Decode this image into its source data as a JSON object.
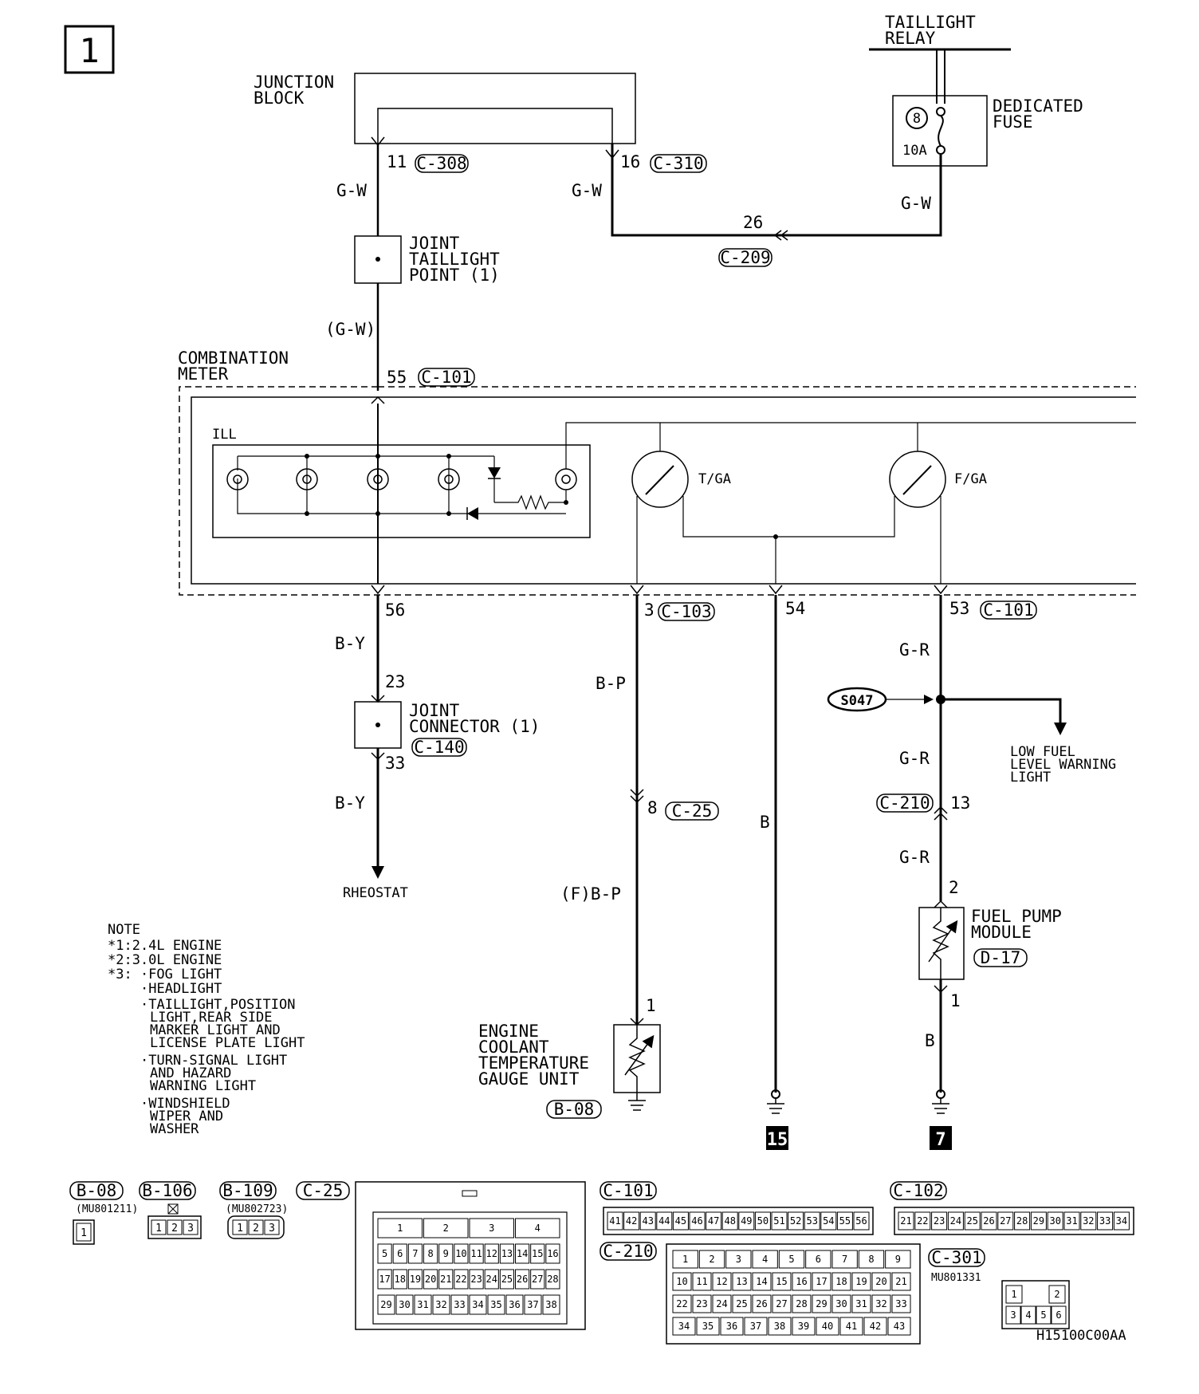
{
  "page_number": "1",
  "components": {
    "taillight_relay": [
      "TAILLIGHT",
      "RELAY"
    ],
    "dedicated_fuse": [
      "DEDICATED",
      "FUSE"
    ],
    "fuse_number": "8",
    "fuse_rating": "10A",
    "junction_block": [
      "JUNCTION",
      "BLOCK"
    ],
    "joint_taillight_point": [
      "JOINT",
      "TAILLIGHT",
      "POINT (1)"
    ],
    "combination_meter": [
      "COMBINATION",
      "METER"
    ],
    "ill": "ILL",
    "temp_gauge": "T/GA",
    "fuel_gauge": "F/GA",
    "joint_connector": [
      "JOINT",
      "CONNECTOR (1)"
    ],
    "rheostat": "RHEOSTAT",
    "engine_coolant_temp_gauge_unit": [
      "ENGINE",
      "COOLANT",
      "TEMPERATURE",
      "GAUGE  UNIT"
    ],
    "low_fuel_warning_light": [
      "LOW FUEL",
      "LEVEL WARNING",
      "LIGHT"
    ],
    "fuel_pump_module": [
      "FUEL PUMP",
      "MODULE"
    ],
    "splice": "S047"
  },
  "connectors": {
    "c308": "C-308",
    "c310": "C-310",
    "c209": "C-209",
    "c101": "C-101",
    "c103": "C-103",
    "c140": "C-140",
    "c25": "C-25",
    "c210": "C-210",
    "d17": "D-17",
    "b08": "B-08"
  },
  "pins": {
    "p11": "11",
    "p16": "16",
    "p26": "26",
    "p55": "55",
    "p56": "56",
    "p3": "3",
    "p54": "54",
    "p53": "53",
    "p23": "23",
    "p33": "33",
    "p8": "8",
    "p13": "13",
    "p2": "2",
    "p1a": "1",
    "p1b": "1"
  },
  "wires": {
    "gw_left": "G-W",
    "gw_mid": "G-W",
    "gw_right": "G-W",
    "gw_paren": "(G-W)",
    "by_upper": "B-Y",
    "by_lower": "B-Y",
    "bp": "B-P",
    "fbp": "(F)B-P",
    "b_ground": "B",
    "gr_upper": "G-R",
    "gr_mid": "G-R",
    "gr_lower": "G-R",
    "b_fuel": "B"
  },
  "grounds": {
    "g15": "15",
    "g7": "7"
  },
  "note": {
    "title": "NOTE",
    "lines": [
      "*1:2.4L ENGINE",
      "*2:3.0L ENGINE",
      "*3: ·FOG LIGHT",
      "·HEADLIGHT",
      "·TAILLIGHT,POSITION",
      "LIGHT,REAR SIDE",
      "MARKER LIGHT AND",
      "LICENSE PLATE LIGHT",
      "·TURN-SIGNAL LIGHT",
      "AND HAZARD",
      "WARNING LIGHT",
      "·WINDSHIELD",
      "WIPER AND",
      "WASHER"
    ]
  },
  "connector_views": {
    "b08": {
      "label": "B-08",
      "part": "(MU801211)",
      "pins": [
        "1"
      ]
    },
    "b106": {
      "label": "B-106",
      "pins": [
        "1",
        "2",
        "3"
      ]
    },
    "b109": {
      "label": "B-109",
      "part": "(MU802723)",
      "pins": [
        "1",
        "2",
        "3"
      ]
    },
    "c25": {
      "label": "C-25",
      "rows": [
        [
          "1",
          "2",
          "3",
          "4"
        ],
        [
          "5",
          "6",
          "7",
          "8",
          "9",
          "10",
          "11",
          "12",
          "13",
          "14",
          "15",
          "16"
        ],
        [
          "17",
          "18",
          "19",
          "20",
          "21",
          "22",
          "23",
          "24",
          "25",
          "26",
          "27",
          "28"
        ],
        [
          "29",
          "30",
          "31",
          "32",
          "33",
          "34",
          "35",
          "36",
          "37",
          "38"
        ]
      ]
    },
    "c101": {
      "label": "C-101",
      "pins": [
        "41",
        "42",
        "43",
        "44",
        "45",
        "46",
        "47",
        "48",
        "49",
        "50",
        "51",
        "52",
        "53",
        "54",
        "55",
        "56"
      ]
    },
    "c102": {
      "label": "C-102",
      "pins": [
        "21",
        "22",
        "23",
        "24",
        "25",
        "26",
        "27",
        "28",
        "29",
        "30",
        "31",
        "32",
        "33",
        "34"
      ]
    },
    "c210": {
      "label": "C-210",
      "rows": [
        [
          "1",
          "2",
          "3",
          "4",
          "5",
          "6",
          "7",
          "8",
          "9"
        ],
        [
          "10",
          "11",
          "12",
          "13",
          "14",
          "15",
          "16",
          "17",
          "18",
          "19",
          "20",
          "21"
        ],
        [
          "22",
          "23",
          "24",
          "25",
          "26",
          "27",
          "28",
          "29",
          "30",
          "31",
          "32",
          "33"
        ],
        [
          "34",
          "35",
          "36",
          "37",
          "38",
          "39",
          "40",
          "41",
          "42",
          "43"
        ]
      ]
    },
    "c301": {
      "label": "C-301",
      "part": "MU801331",
      "pins": [
        "1",
        "2",
        "3",
        "4",
        "5",
        "6"
      ]
    }
  },
  "figure_code": "H15100C00AA"
}
